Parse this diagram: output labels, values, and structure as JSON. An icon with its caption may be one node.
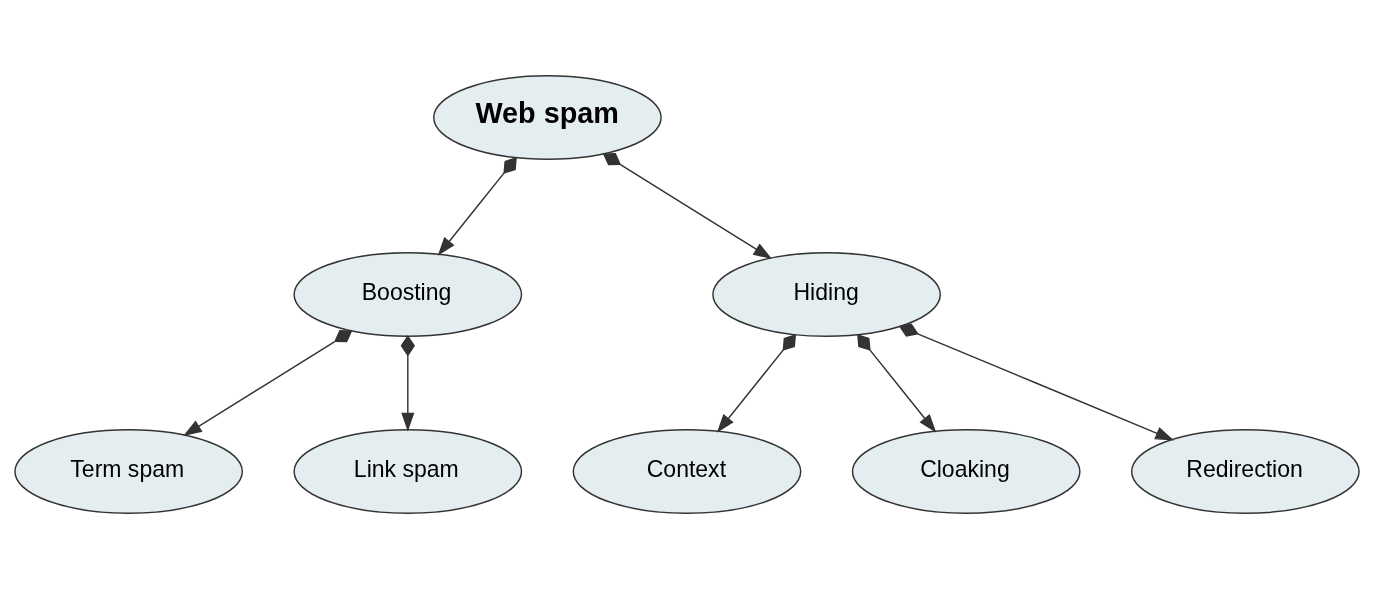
{
  "diagram": {
    "nodes": [
      {
        "text": [
          "Web spam"
        ]
      },
      {
        "text": [
          "Boosting"
        ]
      },
      {
        "text": [
          "Hiding"
        ]
      },
      {
        "text": [
          "Term spam"
        ]
      },
      {
        "text": [
          "Link spam"
        ]
      },
      {
        "text": [
          "Context"
        ]
      },
      {
        "text": [
          "Cloaking"
        ]
      },
      {
        "text": [
          "Redirection"
        ]
      }
    ],
    "edges": [
      {
        "from": 0,
        "to": 1,
        "arrow": "to"
      },
      {
        "from": 0,
        "to": 2,
        "arrow": "to"
      },
      {
        "from": 1,
        "to": 3,
        "arrow": "to"
      },
      {
        "from": 1,
        "to": 4,
        "arrow": "to"
      },
      {
        "from": 2,
        "to": 5,
        "arrow": "to"
      },
      {
        "from": 2,
        "to": 6,
        "arrow": "to"
      },
      {
        "from": 2,
        "to": 7,
        "arrow": "to"
      }
    ]
  }
}
